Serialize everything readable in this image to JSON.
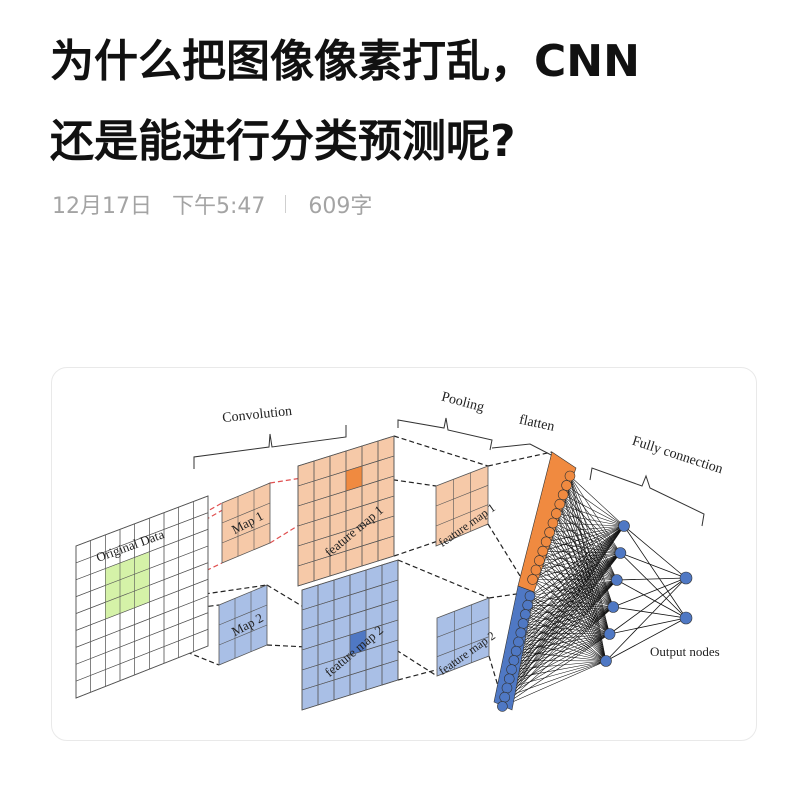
{
  "article": {
    "title_line1": "为什么把图像像素打乱，CNN",
    "title_line2": "还是能进行分类预测呢?",
    "date": "12月17日",
    "time": "下午5:47",
    "word_count": "609字"
  },
  "diagram": {
    "labels": {
      "convolution": "Convolution",
      "pooling": "Pooling",
      "flatten": "flatten",
      "fully_connection": "Fully connection",
      "original_data": "Original Data",
      "map1": "Map 1",
      "map2": "Map 2",
      "feature_map1": "feature map 1",
      "feature_map2": "feature map 2",
      "output_nodes": "Output nodes"
    },
    "colors": {
      "orange": "#f6c9a8",
      "orange_dark": "#f08a40",
      "blue": "#a9bfe6",
      "blue_dark": "#4f78c4",
      "green": "#d5f2a8",
      "grid_line": "#555555",
      "red_dash": "#e05050"
    }
  }
}
